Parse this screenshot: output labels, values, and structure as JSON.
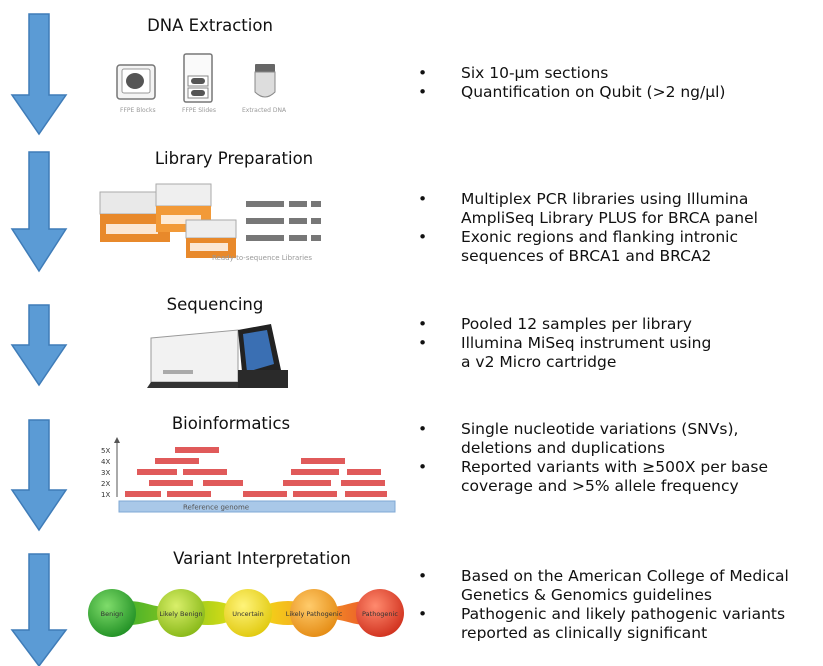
{
  "steps": [
    {
      "title": "DNA Extraction",
      "bullets": [
        "Six 10-µm sections",
        "Quantification on Qubit (>2 ng/µl)"
      ],
      "image_labels": [
        "FFPE Blocks",
        "FFPE Slides",
        "Extracted DNA"
      ]
    },
    {
      "title": "Library Preparation",
      "bullets": [
        "Multiplex PCR libraries using Illumina AmpliSeq Library PLUS for BRCA panel",
        "Exonic regions and flanking intronic sequences of BRCA1 and BRCA2"
      ],
      "bullet_lines": [
        [
          "Multiplex PCR libraries using Illumina",
          "AmpliSeq Library PLUS for BRCA panel"
        ],
        [
          "Exonic regions and flanking intronic",
          "sequences of BRCA1 and BRCA2"
        ]
      ],
      "image_labels": [
        "Ready-to-sequence Libraries"
      ]
    },
    {
      "title": "Sequencing",
      "bullets": [
        "Pooled 12 samples per library",
        "Illumina MiSeq instrument using a v2 Micro cartridge"
      ],
      "bullet_lines": [
        [
          "Pooled 12 samples per library"
        ],
        [
          "Illumina MiSeq instrument using",
          "a v2 Micro cartridge"
        ]
      ]
    },
    {
      "title": "Bioinformatics",
      "bullets": [
        "Single nucleotide variations (SNVs), deletions and duplications",
        "Reported variants with ≥500X per base coverage and >5% allele frequency"
      ],
      "bullet_lines": [
        [
          "Single nucleotide variations (SNVs),",
          "deletions and duplications"
        ],
        [
          "Reported variants with ≥500X per base",
          "coverage and >5% allele frequency"
        ]
      ],
      "axis_ticks": [
        "5X",
        "4X",
        "3X",
        "2X",
        "1X"
      ],
      "reference_label": "Reference genome"
    },
    {
      "title": "Variant Interpretation",
      "bullets": [
        "Based on the American College of Medical Genetics & Genomics guidelines",
        "Pathogenic and likely pathogenic variants reported as clinically significant"
      ],
      "bullet_lines": [
        [
          "Based on the American College of Medical",
          "Genetics & Genomics guidelines"
        ],
        [
          "Pathogenic and likely pathogenic variants",
          "reported as clinically significant"
        ]
      ],
      "classes": [
        "Benign",
        "Likely Benign",
        "Uncertain",
        "Likely Pathogenic",
        "Pathogenic"
      ],
      "class_colors": [
        "#2faa2f",
        "#9ccc1c",
        "#f2e313",
        "#f5a623",
        "#e8412c"
      ]
    }
  ],
  "bullet_glyph": "•",
  "arrow_color": "#5b9bd5",
  "read_color": "#e05a5a"
}
